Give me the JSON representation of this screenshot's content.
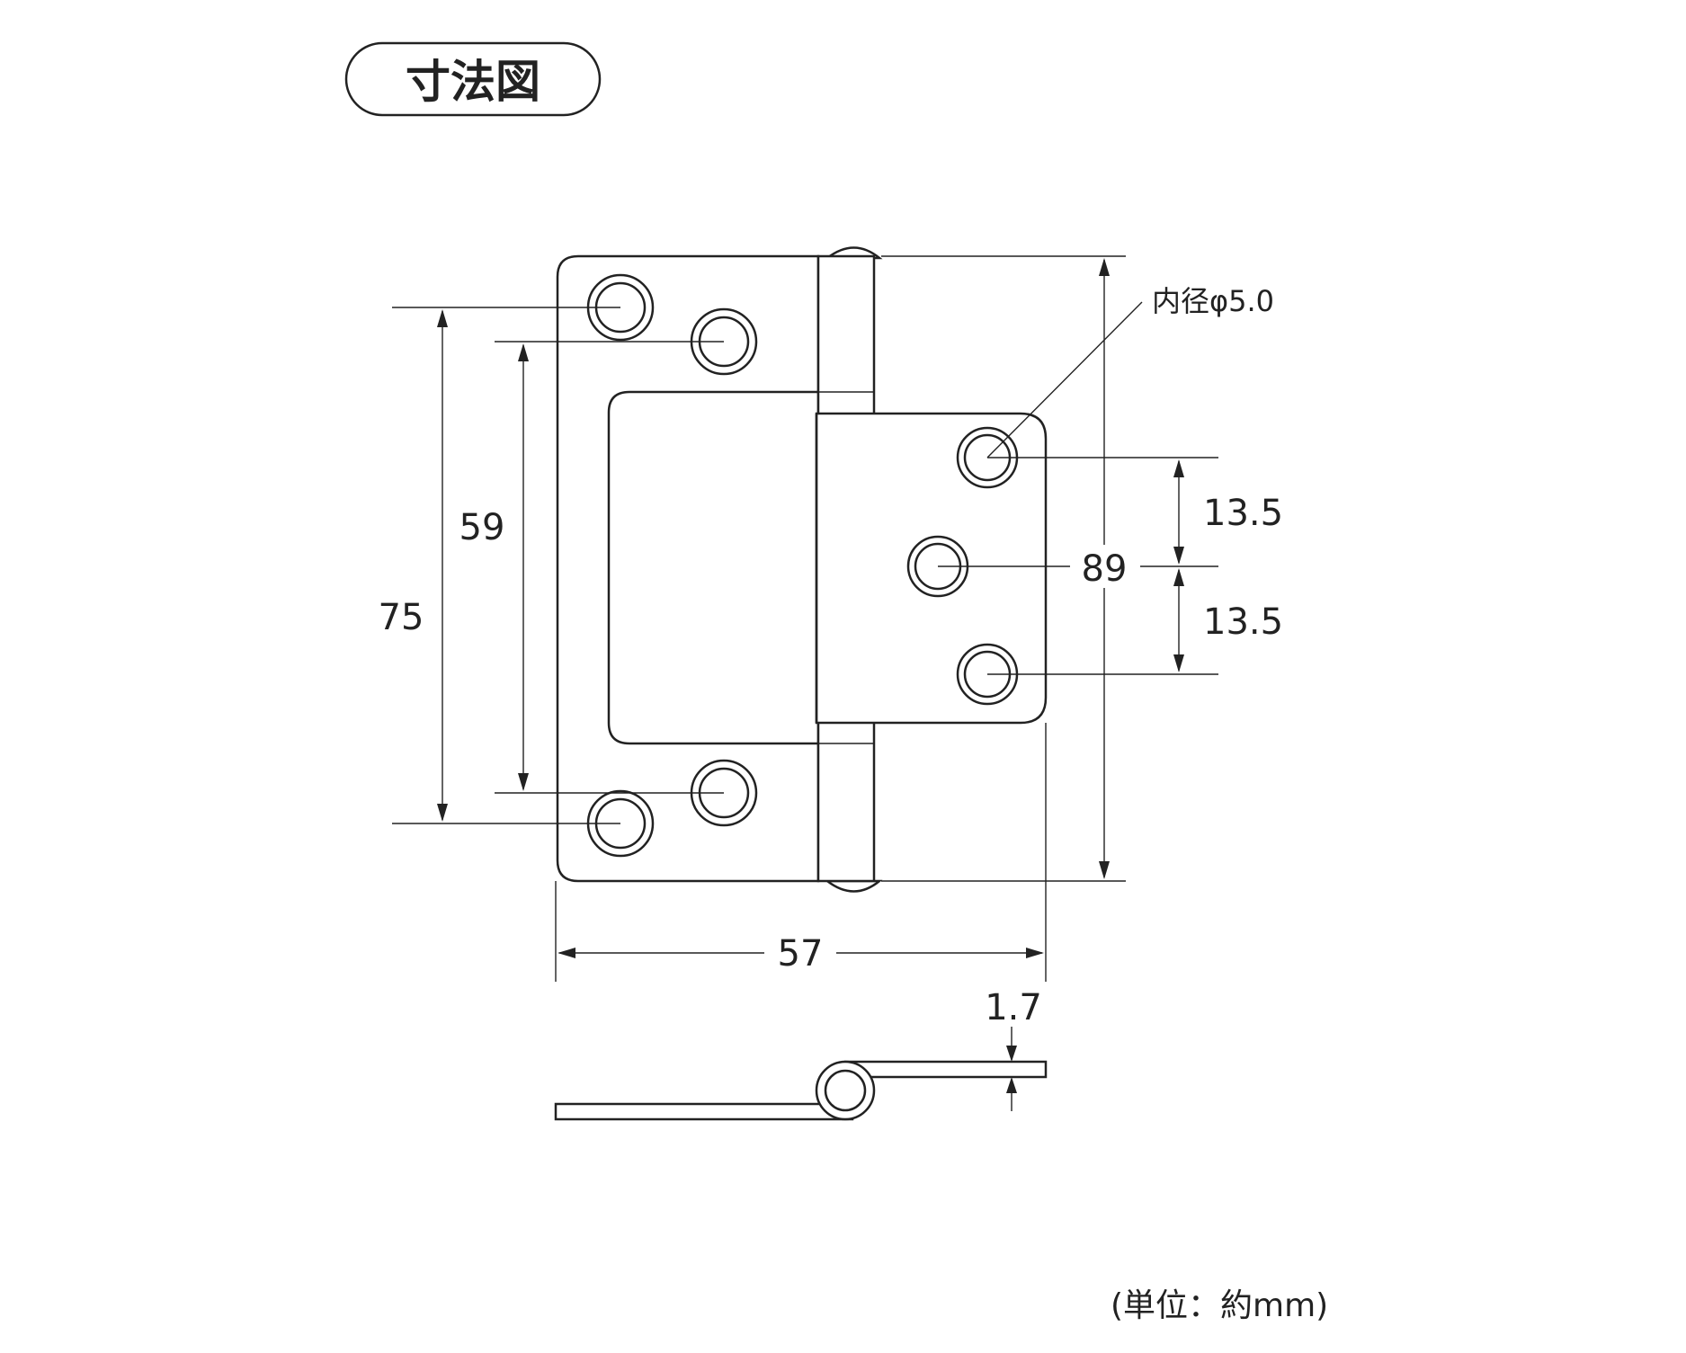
{
  "title": "寸法図",
  "dimensions": {
    "hole_spacing_outer": "75",
    "hole_spacing_inner": "59",
    "total_height": "89",
    "pitch_upper": "13.5",
    "pitch_lower": "13.5",
    "total_width": "57",
    "thickness": "1.7"
  },
  "callout": {
    "hole_inner_diameter": "内径φ5.0"
  },
  "unit_note": "(単位：約mm)",
  "colors": {
    "line": "#222222",
    "background": "#ffffff"
  }
}
